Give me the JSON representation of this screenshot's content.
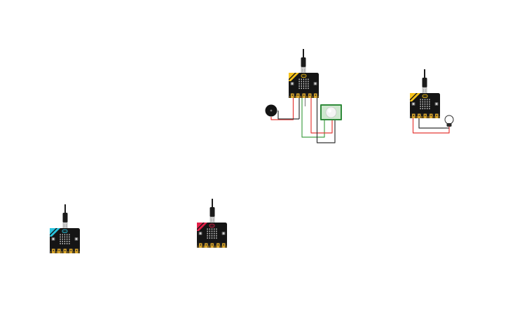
{
  "canvas": {
    "background": "#ffffff"
  },
  "boards": [
    {
      "name": "microbit-board-motion-alarm",
      "accent": "#f5c21b",
      "icon": "cat-face-icon"
    },
    {
      "name": "microbit-board-lamp",
      "accent": "#f5c21b",
      "icon": "cat-face-icon"
    },
    {
      "name": "microbit-board-cyan",
      "accent": "#29c4df",
      "icon": "cat-face-icon"
    },
    {
      "name": "microbit-board-red",
      "accent": "#e3204a",
      "icon": "cat-face-icon"
    }
  ],
  "components": {
    "buzzer": {
      "icon": "piezo-buzzer-icon"
    },
    "pir_sensor": {
      "icon": "pir-motion-sensor-icon",
      "board_color": "#2f8a3a"
    },
    "bulb": {
      "icon": "light-bulb-icon"
    }
  },
  "wire_colors": {
    "red": "#e53935",
    "green": "#43a047",
    "black": "#333333",
    "gray": "#888888"
  },
  "usb_cable": {
    "icon": "usb-cable-icon",
    "color": "#1b1b1b"
  }
}
